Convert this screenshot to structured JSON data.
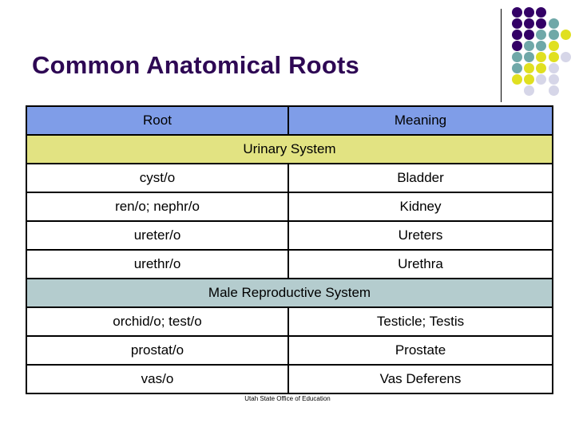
{
  "page_title": "Common Anatomical Roots",
  "title_color": "#2E0854",
  "decoration": {
    "name": "dot-grid",
    "colors": {
      "purple": "#330066",
      "teal": "#6FA8A8",
      "yellow": "#E0E020",
      "lavender": "#D6D6E8"
    },
    "dots": [
      {
        "col": 0,
        "row": 0,
        "color": "#330066"
      },
      {
        "col": 1,
        "row": 0,
        "color": "#330066"
      },
      {
        "col": 2,
        "row": 0,
        "color": "#330066"
      },
      {
        "col": 0,
        "row": 1,
        "color": "#330066"
      },
      {
        "col": 1,
        "row": 1,
        "color": "#330066"
      },
      {
        "col": 2,
        "row": 1,
        "color": "#330066"
      },
      {
        "col": 3,
        "row": 1,
        "color": "#6FA8A8"
      },
      {
        "col": 0,
        "row": 2,
        "color": "#330066"
      },
      {
        "col": 1,
        "row": 2,
        "color": "#330066"
      },
      {
        "col": 2,
        "row": 2,
        "color": "#6FA8A8"
      },
      {
        "col": 3,
        "row": 2,
        "color": "#6FA8A8"
      },
      {
        "col": 4,
        "row": 2,
        "color": "#E0E020"
      },
      {
        "col": 0,
        "row": 3,
        "color": "#330066"
      },
      {
        "col": 1,
        "row": 3,
        "color": "#6FA8A8"
      },
      {
        "col": 2,
        "row": 3,
        "color": "#6FA8A8"
      },
      {
        "col": 3,
        "row": 3,
        "color": "#E0E020"
      },
      {
        "col": 0,
        "row": 4,
        "color": "#6FA8A8"
      },
      {
        "col": 1,
        "row": 4,
        "color": "#6FA8A8"
      },
      {
        "col": 2,
        "row": 4,
        "color": "#E0E020"
      },
      {
        "col": 3,
        "row": 4,
        "color": "#E0E020"
      },
      {
        "col": 4,
        "row": 4,
        "color": "#D6D6E8"
      },
      {
        "col": 0,
        "row": 5,
        "color": "#6FA8A8"
      },
      {
        "col": 1,
        "row": 5,
        "color": "#E0E020"
      },
      {
        "col": 2,
        "row": 5,
        "color": "#E0E020"
      },
      {
        "col": 3,
        "row": 5,
        "color": "#D6D6E8"
      },
      {
        "col": 0,
        "row": 6,
        "color": "#E0E020"
      },
      {
        "col": 1,
        "row": 6,
        "color": "#E0E020"
      },
      {
        "col": 2,
        "row": 6,
        "color": "#D6D6E8"
      },
      {
        "col": 3,
        "row": 6,
        "color": "#D6D6E8"
      },
      {
        "col": 1,
        "row": 7,
        "color": "#D6D6E8"
      },
      {
        "col": 3,
        "row": 7,
        "color": "#D6D6E8"
      }
    ]
  },
  "table": {
    "header": {
      "root": "Root",
      "meaning": "Meaning",
      "background": "#7F9DE8"
    },
    "sections": [
      {
        "label": "Urinary System",
        "background": "#E2E382",
        "rows": [
          {
            "root": "cyst/o",
            "meaning": "Bladder"
          },
          {
            "root": "ren/o; nephr/o",
            "meaning": "Kidney"
          },
          {
            "root": "ureter/o",
            "meaning": "Ureters"
          },
          {
            "root": "urethr/o",
            "meaning": "Urethra"
          }
        ]
      },
      {
        "label": "Male Reproductive System",
        "background": "#B4CCCE",
        "rows": [
          {
            "root": "orchid/o; test/o",
            "meaning": "Testicle; Testis"
          },
          {
            "root": "prostat/o",
            "meaning": "Prostate"
          },
          {
            "root": "vas/o",
            "meaning": "Vas Deferens"
          }
        ]
      }
    ]
  },
  "footer_credit": "Utah State Office of Education"
}
